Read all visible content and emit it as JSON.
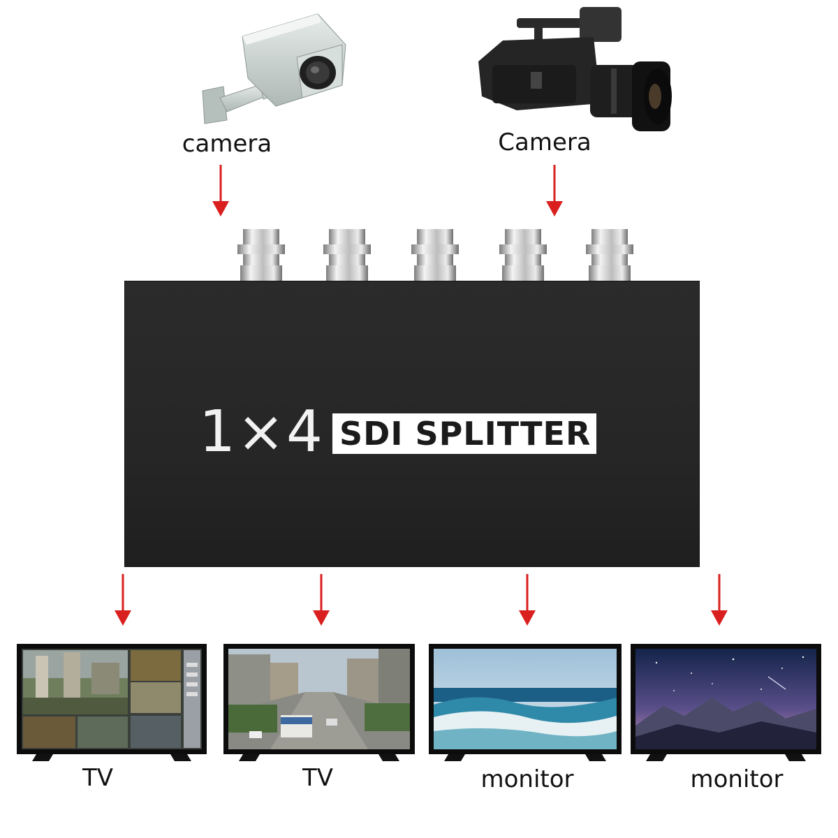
{
  "inputs": [
    {
      "label": "camera",
      "icon": "cctv-camera-icon"
    },
    {
      "label": "Camera",
      "icon": "broadcast-camera-icon"
    }
  ],
  "splitter": {
    "model_text": "1×4",
    "product_text": "SDI SPLITTER",
    "connector_count": 5
  },
  "outputs": [
    {
      "label": "TV",
      "icon": "tv-icon"
    },
    {
      "label": "TV",
      "icon": "tv-icon"
    },
    {
      "label": "monitor",
      "icon": "monitor-icon"
    },
    {
      "label": "monitor",
      "icon": "monitor-icon"
    }
  ],
  "colors": {
    "arrow": "#d9201f",
    "device_body": "#262626",
    "label_text": "#111111"
  }
}
